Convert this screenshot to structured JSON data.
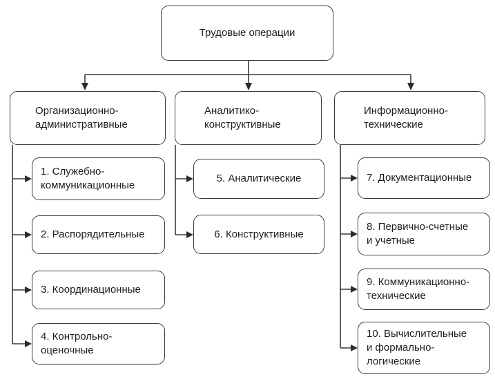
{
  "diagram": {
    "title": "Трудовые операции",
    "colors": {
      "line": "#3a3a3a",
      "border": "#3a3a3a",
      "text": "#1d1d1d",
      "background": "#ffffff"
    },
    "root": {
      "label": "Трудовые операции"
    },
    "branches": [
      {
        "label": "Организационно-\nадминистративные",
        "children": [
          {
            "label": "1. Служебно-\nкоммуникационные"
          },
          {
            "label": "2. Распорядительные"
          },
          {
            "label": "3. Координационные"
          },
          {
            "label": "4. Контрольно-\nоценочные"
          }
        ]
      },
      {
        "label": "Аналитико-\nконструктивные",
        "children": [
          {
            "label": "5. Аналитические"
          },
          {
            "label": "6. Конструктивные"
          }
        ]
      },
      {
        "label": "Информационно-\nтехнические",
        "children": [
          {
            "label": "7. Документационные"
          },
          {
            "label": "8. Первично-счетные\nи учетные"
          },
          {
            "label": "9. Коммуникационно-\nтехнические"
          },
          {
            "label": "10. Вычислительные\nи формально-\nлогические"
          }
        ]
      }
    ]
  }
}
